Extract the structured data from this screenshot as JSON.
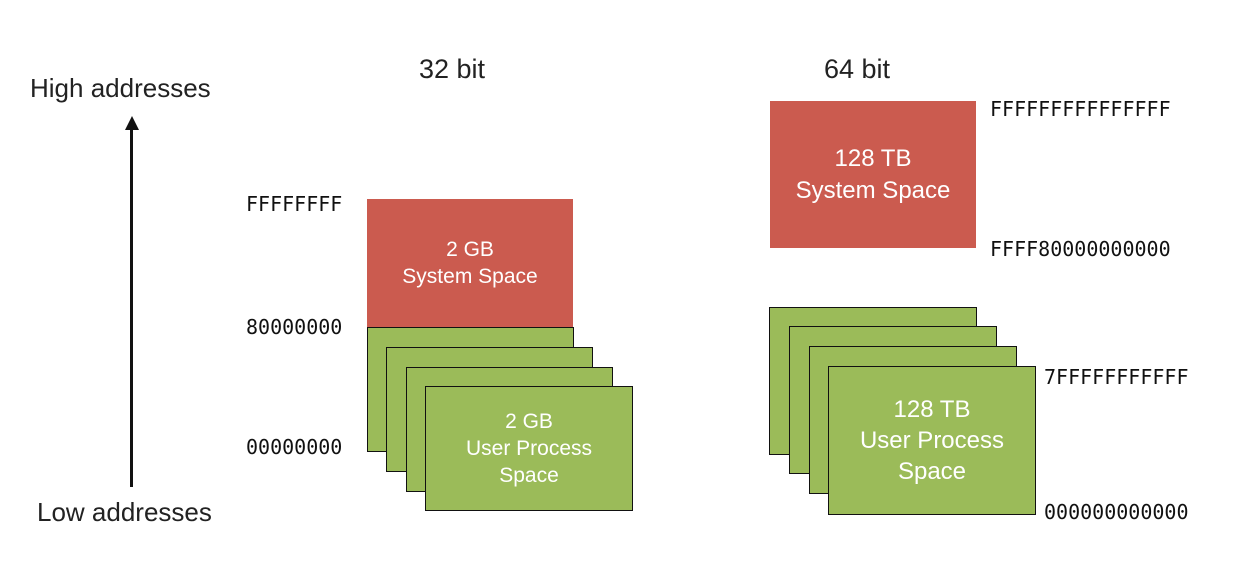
{
  "axis": {
    "high_label": "High addresses",
    "low_label": "Low addresses"
  },
  "left": {
    "title": "32 bit",
    "addr_top": "FFFFFFFF",
    "addr_mid": "80000000",
    "addr_bottom": "00000000",
    "system": {
      "size": "2 GB",
      "label": "System Space"
    },
    "user": {
      "size": "2 GB",
      "line1": "User Process",
      "line2": "Space"
    }
  },
  "right": {
    "title": "64 bit",
    "addr_top": "FFFFFFFFFFFFFFF",
    "addr_sys_bottom": "FFFF80000000000",
    "addr_user_top": "7FFFFFFFFFFF",
    "addr_bottom": "000000000000",
    "system": {
      "size": "128 TB",
      "label": "System Space"
    },
    "user": {
      "size": "128 TB",
      "line1": "User Process",
      "line2": "Space"
    }
  },
  "colors": {
    "system": "#cb5b4f",
    "user": "#9bbb59"
  }
}
